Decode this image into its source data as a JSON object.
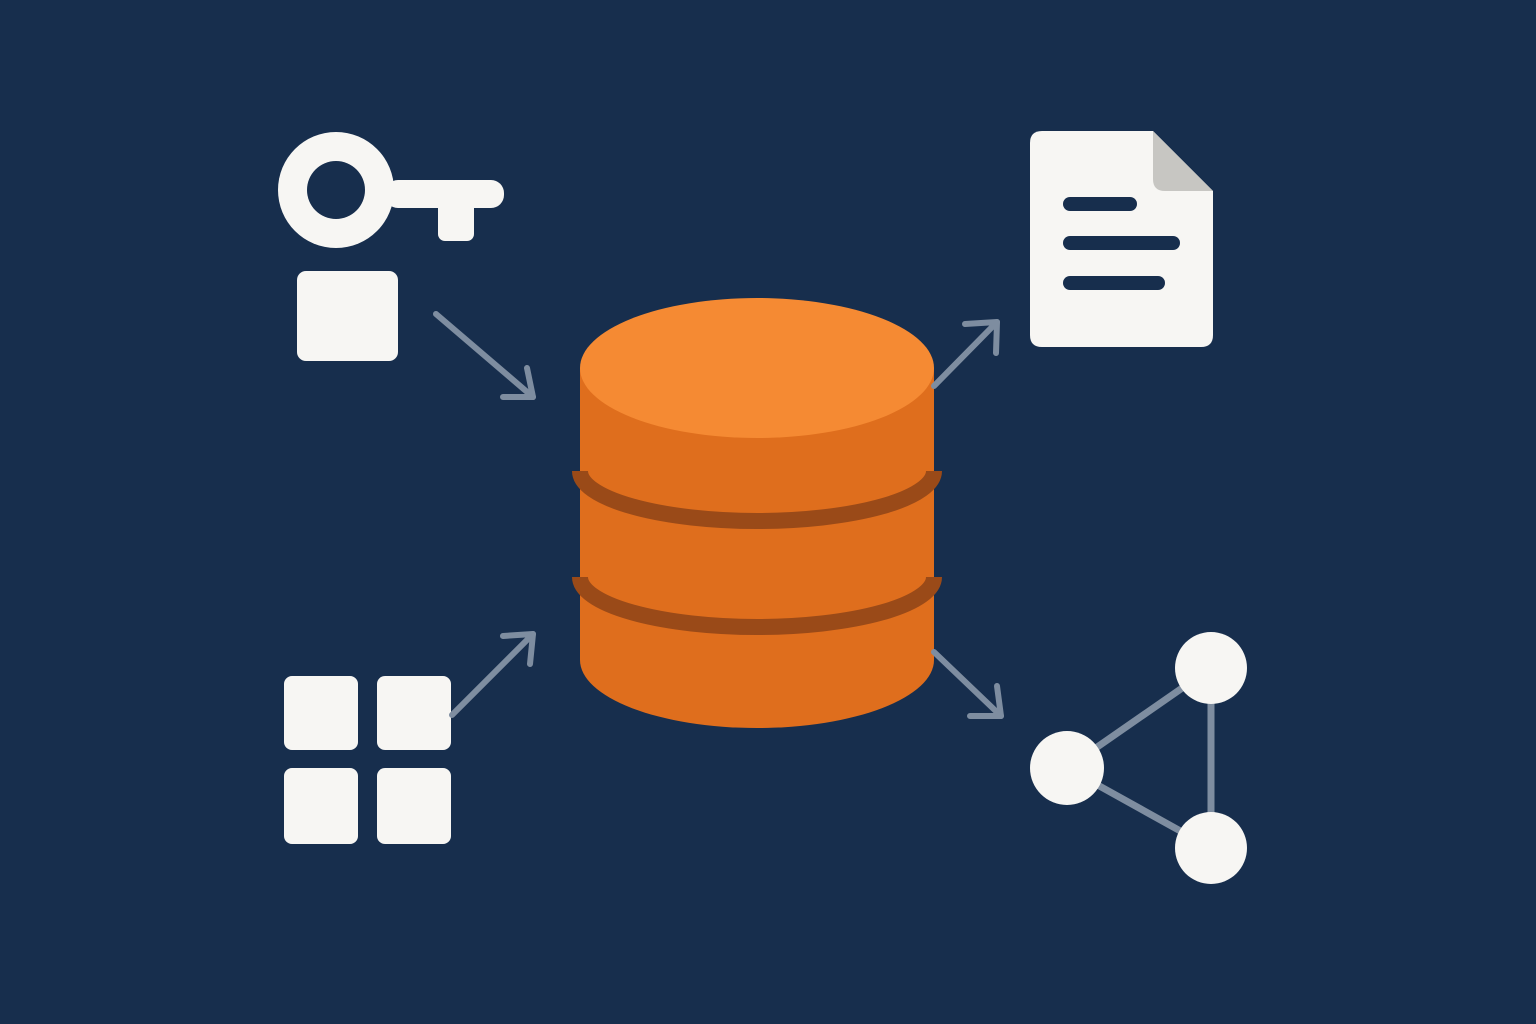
{
  "colors": {
    "background": "#172e4d",
    "icon_fill": "#f7f6f3",
    "icon_dark": "#172e4d",
    "page_fold": "#c7c6c2",
    "arrow": "#7e8da0",
    "graph_edge": "#7e8da0",
    "db_top": "#f58a33",
    "db_body": "#df6e1d",
    "db_groove": "#9a4a18"
  },
  "nodes": {
    "center": {
      "icon": "database-icon",
      "label": ""
    },
    "inputs": [
      {
        "icon": "key-value-icon",
        "label": ""
      },
      {
        "icon": "grid-four-squares-icon",
        "label": ""
      }
    ],
    "outputs": [
      {
        "icon": "document-icon",
        "label": ""
      },
      {
        "icon": "graph-network-icon",
        "label": ""
      }
    ]
  },
  "edges": [
    {
      "from": "key-value-icon",
      "to": "database-icon",
      "style": "arrow"
    },
    {
      "from": "grid-four-squares-icon",
      "to": "database-icon",
      "style": "arrow"
    },
    {
      "from": "database-icon",
      "to": "document-icon",
      "style": "arrow"
    },
    {
      "from": "database-icon",
      "to": "graph-network-icon",
      "style": "arrow"
    }
  ]
}
